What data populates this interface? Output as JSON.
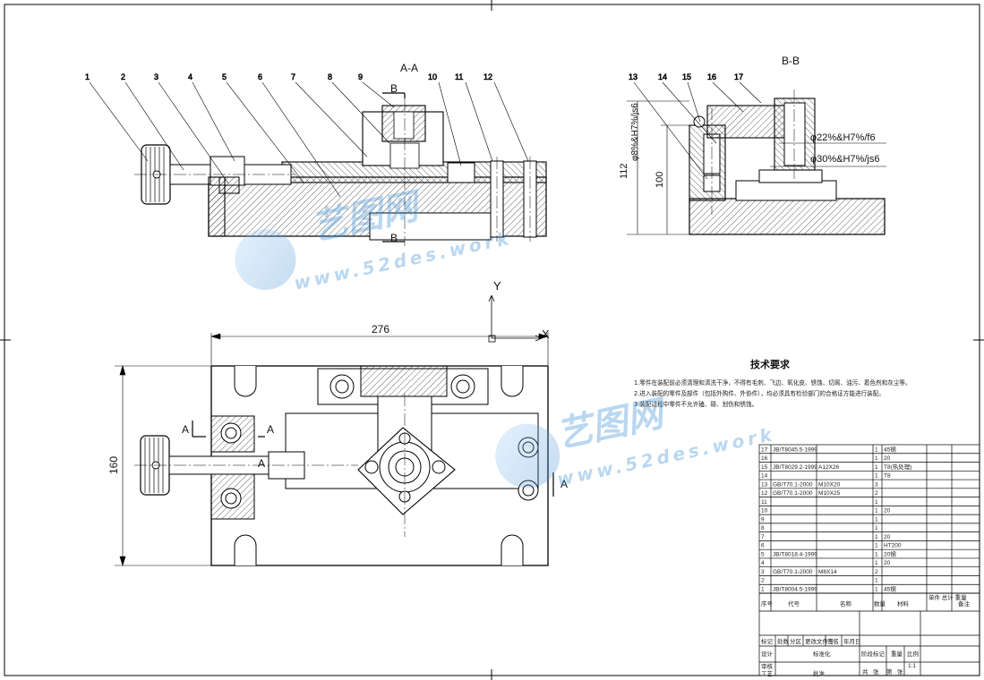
{
  "drawing": {
    "section_aa_title": "A-A",
    "section_bb_title": "B-B",
    "balloons": [
      "1",
      "2",
      "3",
      "4",
      "5",
      "6",
      "7",
      "8",
      "9",
      "10",
      "11",
      "12",
      "13",
      "14",
      "15",
      "16",
      "17"
    ],
    "section_marker_b": "B",
    "section_marker_a": "A",
    "axis_y": "Y",
    "axis_x": "X",
    "dimensions": {
      "width_276": "276",
      "height_160": "160",
      "height_112": "112",
      "height_100": "100",
      "fit_22": "φ22%&H7%/f6",
      "fit_30": "φ30%&H7%/js6",
      "fit_8": "φ8%&H7%/js6"
    },
    "tech_requirements": {
      "title": "技术要求",
      "lines": [
        "1.零件在装配前必须清理和清洗干净，不得有毛刺、飞边、氧化皮、锈蚀、切屑、油污、着色剂和灰尘等。",
        "2.进入装配的零件及部件（包括外购件、外协件），均必须具有检验部门的合格证方能进行装配。",
        "3.装配过程中零件不允许磕、碰、划伤和锈蚀。"
      ]
    },
    "watermarks": [
      {
        "text": "艺图网",
        "url": "www.52des.work"
      },
      {
        "text": "艺图网",
        "url": "www.52des.work"
      }
    ]
  },
  "title_block": {
    "parts": [
      {
        "no": "17",
        "code": "JB/T8045.5-1999",
        "name": "",
        "qty": "1",
        "material": "45钢",
        "note": ""
      },
      {
        "no": "16",
        "code": "",
        "name": "",
        "qty": "1",
        "material": "20",
        "note": ""
      },
      {
        "no": "15",
        "code": "JB/T8029.2-1999",
        "name": "A12X26",
        "qty": "1",
        "material": "T8(热处理)",
        "note": ""
      },
      {
        "no": "14",
        "code": "",
        "name": "",
        "qty": "1",
        "material": "T8",
        "note": ""
      },
      {
        "no": "13",
        "code": "GB/T70.1-2000",
        "name": "M10X20",
        "qty": "3",
        "material": "",
        "note": ""
      },
      {
        "no": "12",
        "code": "GB/T70.1-2000",
        "name": "M10X25",
        "qty": "2",
        "material": "",
        "note": ""
      },
      {
        "no": "11",
        "code": "",
        "name": "",
        "qty": "1",
        "material": "",
        "note": ""
      },
      {
        "no": "10",
        "code": "",
        "name": "",
        "qty": "1",
        "material": "20",
        "note": ""
      },
      {
        "no": "9",
        "code": "",
        "name": "",
        "qty": "1",
        "material": "",
        "note": ""
      },
      {
        "no": "8",
        "code": "",
        "name": "",
        "qty": "1",
        "material": "",
        "note": ""
      },
      {
        "no": "7",
        "code": "",
        "name": "",
        "qty": "1",
        "material": "20",
        "note": ""
      },
      {
        "no": "6",
        "code": "",
        "name": "",
        "qty": "1",
        "material": "HT200",
        "note": ""
      },
      {
        "no": "5",
        "code": "JB/T8018.4-1999",
        "name": "",
        "qty": "1",
        "material": "20钢",
        "note": ""
      },
      {
        "no": "4",
        "code": "",
        "name": "",
        "qty": "1",
        "material": "20",
        "note": ""
      },
      {
        "no": "3",
        "code": "GB/T70.1-2000",
        "name": "M8X14",
        "qty": "2",
        "material": "",
        "note": ""
      },
      {
        "no": "2",
        "code": "",
        "name": "",
        "qty": "1",
        "material": "",
        "note": ""
      },
      {
        "no": "1",
        "code": "JB/T8004.5-1999",
        "name": "",
        "qty": "1",
        "material": "45钢",
        "note": ""
      }
    ],
    "header": {
      "no": "序号",
      "code": "代号",
      "name": "名称",
      "qty": "数量",
      "material": "材料",
      "unit_total": "单件 总计 重量",
      "note": "备注"
    },
    "sign_labels": [
      "标记",
      "处数",
      "分区",
      "更改文件号",
      "签名",
      "年月日"
    ],
    "role_labels": [
      "设计",
      "审核",
      "工艺"
    ],
    "extra_labels": [
      "标准化",
      "批准"
    ],
    "stage_labels": [
      "阶段标记",
      "重量",
      "比例"
    ],
    "scale": "1:1",
    "sheet_labels": [
      "共",
      "张",
      "第",
      "张"
    ]
  }
}
